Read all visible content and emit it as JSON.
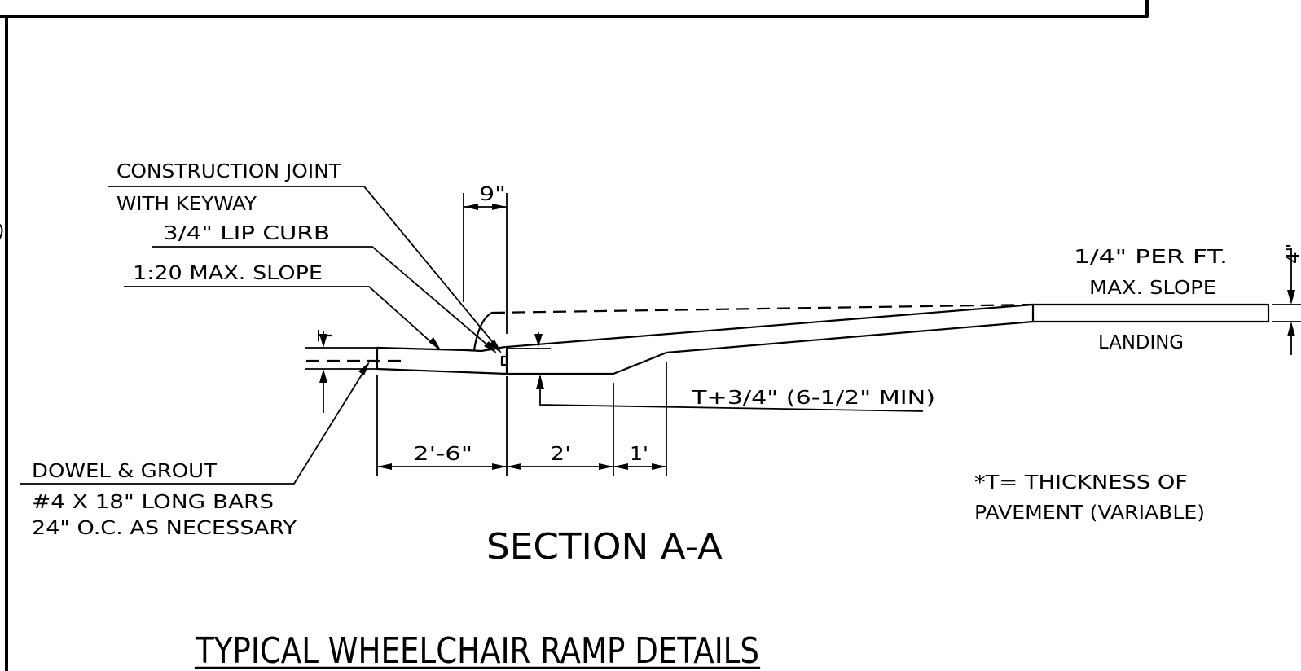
{
  "notes": {
    "construction_joint_1": "CONSTRUCTION JOINT",
    "construction_joint_2": "WITH KEYWAY",
    "lip_curb": "3/4\" LIP CURB",
    "max_slope_1_20": "1:20 MAX. SLOPE",
    "dowel_1": "DOWEL & GROUT",
    "dowel_2": "#4 X 18\" LONG BARS",
    "dowel_3": "24\" O.C. AS NECESSARY",
    "slope_per_ft_1": "1/4\" PER FT.",
    "slope_per_ft_2": "MAX. SLOPE",
    "landing": "LANDING",
    "thickness_min": "T+3/4\" (6-1/2\" MIN)",
    "t_note_1": "*T= THICKNESS OF",
    "t_note_2": "PAVEMENT (VARIABLE)"
  },
  "dimensions": {
    "curb_width": "9\"",
    "landing_thickness": "4\"",
    "pavement_thickness": "T",
    "gutter": "2'-6\"",
    "ramp_2ft": "2'",
    "ramp_1ft": "1'"
  },
  "titles": {
    "section": "SECTION A-A",
    "detail": "TYPICAL WHEELCHAIR RAMP DETAILS"
  }
}
